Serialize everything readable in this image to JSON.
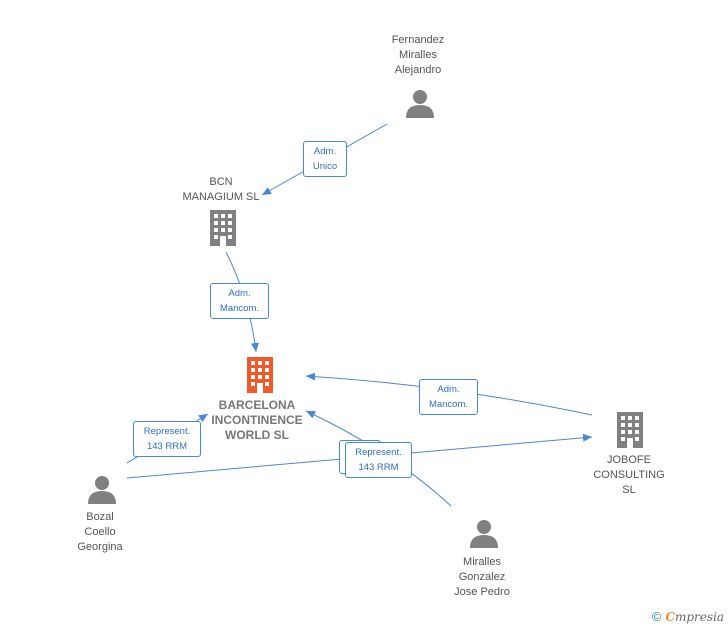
{
  "nodes": {
    "fernandez": {
      "lines": [
        "Fernandez",
        "Miralles",
        "Alejandro"
      ],
      "icon": "person-icon"
    },
    "bcn": {
      "lines": [
        "BCN",
        "MANAGIUM  SL"
      ],
      "icon": "building-icon"
    },
    "barcelona": {
      "lines": [
        "BARCELONA",
        "INCONTINENCE",
        "WORLD  SL"
      ],
      "icon": "building-icon",
      "color": "#f05a28"
    },
    "jobofe": {
      "lines": [
        "JOBOFE",
        "CONSULTING",
        "SL"
      ],
      "icon": "building-icon"
    },
    "bozal": {
      "lines": [
        "Bozal",
        "Coello",
        "Georgina"
      ],
      "icon": "person-icon"
    },
    "miralles": {
      "lines": [
        "Miralles",
        "Gonzalez",
        "Jose Pedro"
      ],
      "icon": "person-icon"
    }
  },
  "edges": {
    "adm_unico": [
      "Adm.",
      "Unico"
    ],
    "adm_mancom_bcn": [
      "Adm.",
      "Mancom."
    ],
    "adm_mancom_jobofe": [
      "Adm.",
      "Mancom."
    ],
    "represent_bozal": [
      "Represent.",
      "143 RRM"
    ],
    "represent_miralles": [
      "Represent.",
      "143 RRM"
    ]
  },
  "colors": {
    "edge": "#4a86d8",
    "icon": "#808080",
    "main": "#f05a28"
  },
  "footer": {
    "copyright": "©",
    "brand_initial": "C",
    "brand_rest": "mpresia"
  }
}
